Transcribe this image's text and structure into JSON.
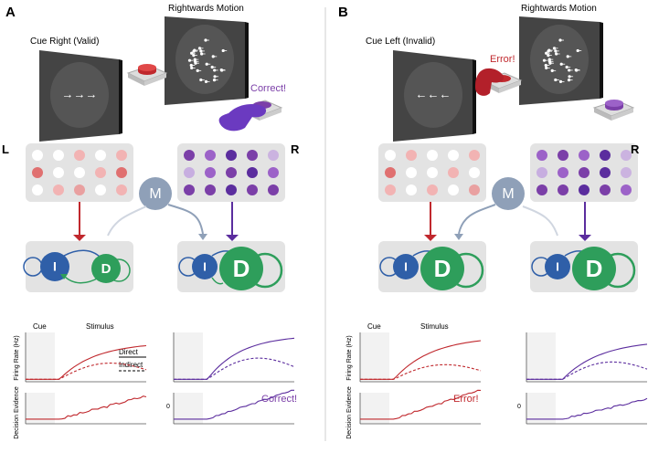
{
  "panels": [
    {
      "letter": "A",
      "cue_label": "Cue Right (Valid)",
      "motion_label": "Rightwards Motion",
      "feedback": "Correct!",
      "fb_color": "#7B3FA8",
      "decision_feedback": "Correct!"
    },
    {
      "letter": "B",
      "cue_label": "Cue Left (Invalid)",
      "motion_label": "Rightwards Motion",
      "feedback": "Error!",
      "fb_color": "#C0282D",
      "decision_feedback": "Error!"
    }
  ],
  "module_labels": {
    "left": "L",
    "right": "R",
    "modulator": "M",
    "inhibitory": "I",
    "decision": "D"
  },
  "plot_labels": {
    "cue": "Cue",
    "stimulus": "Stimulus",
    "firing_rate": "Firing Rate (Hz)",
    "decision_evidence": "Decision Evidence",
    "zero": "0"
  },
  "legend": {
    "direct": "Direct",
    "indirect": "Indirect"
  },
  "colors": {
    "red": "#C0282D",
    "purple": "#5B2D9E",
    "green": "#2E9E5B",
    "blue": "#2F5FA8",
    "gray_module": "#E3E3E3",
    "modulator": "#8FA0B8"
  }
}
